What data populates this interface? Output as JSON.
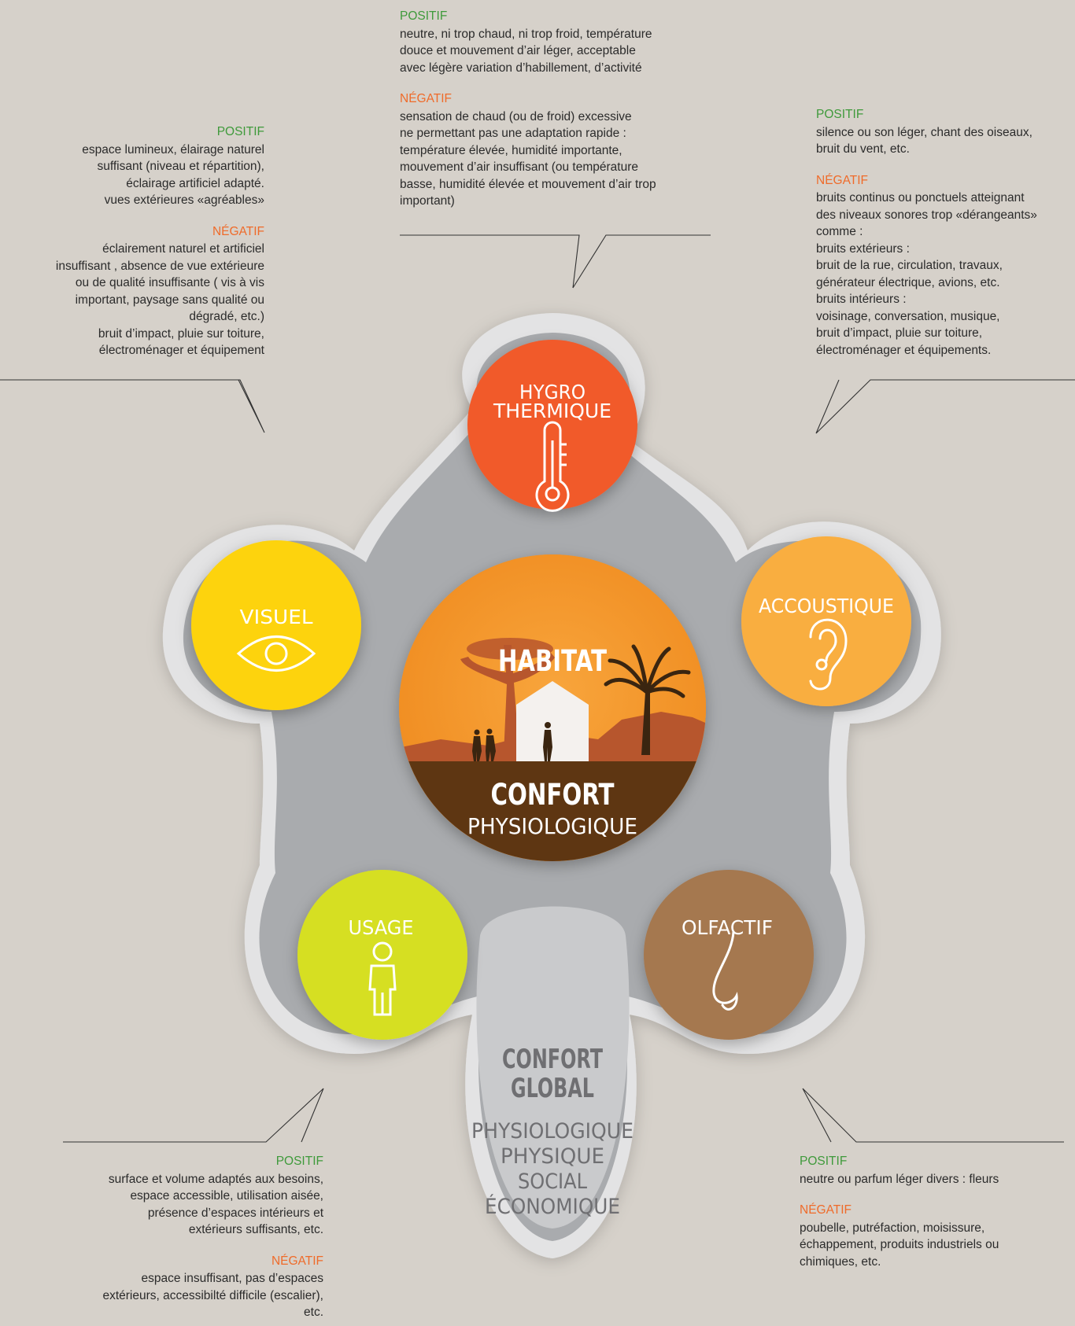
{
  "center": {
    "title": "HABITAT",
    "subtitle_bold": "CONFORT",
    "subtitle": "PHYSIOLOGIQUE"
  },
  "global": {
    "title_line1": "CONFORT",
    "title_line2": "GLOBAL",
    "items": [
      "PHYSIOLOGIQUE",
      "PHYSIQUE",
      "SOCIAL",
      "ÉCONOMIQUE"
    ]
  },
  "circles": {
    "hygro": {
      "label_line1": "HYGRO",
      "label_line2": "THERMIQUE",
      "icon": "thermometer-icon",
      "color": "#f15a29"
    },
    "visuel": {
      "label": "VISUEL",
      "icon": "eye-icon",
      "color": "#fdd30b"
    },
    "acoustique": {
      "label": "ACCOUSTIQUE",
      "icon": "ear-icon",
      "color": "#f9ae40"
    },
    "usage": {
      "label": "USAGE",
      "icon": "person-icon",
      "color": "#d6df23"
    },
    "olfactif": {
      "label": "OLFACTIF",
      "icon": "nose-icon",
      "color": "#a57850"
    }
  },
  "blocks": {
    "hygro": {
      "pos_label": "POSITIF",
      "pos_text": "neutre, ni trop chaud, ni trop froid, température\ndouce et mouvement d’air léger, acceptable\navec légère variation d’habillement, d’activité",
      "neg_label": "NÉGATIF",
      "neg_text": "sensation de chaud (ou de froid) excessive\nne permettant pas une adaptation rapide :\ntempérature élevée, humidité importante,\nmouvement d’air insuffisant (ou température\nbasse, humidité élevée et mouvement d’air  trop\nimportant)"
    },
    "visuel": {
      "pos_label": "POSITIF",
      "pos_text": "espace lumineux, élairage naturel\nsuffisant (niveau et répartition),\néclairage artificiel adapté.\nvues  extérieures «agréables»",
      "neg_label": "NÉGATIF",
      "neg_text": "éclairement naturel et artificiel\ninsuffisant , absence de vue extérieure\nou de qualité insuffisante ( vis à vis\nimportant, paysage sans qualité ou\ndégradé, etc.)\nbruit d’impact, pluie sur toiture,\nélectroménager et équipement"
    },
    "acoustique": {
      "pos_label": "POSITIF",
      "pos_text": "silence ou son léger, chant des oiseaux,\nbruit du vent, etc.",
      "neg_label": "NÉGATIF",
      "neg_text": "bruits continus ou ponctuels atteignant\ndes niveaux sonores trop «dérangeants»\ncomme :\nbruits extérieurs :\nbruit de la rue, circulation, travaux,\ngénérateur électrique, avions, etc.\nbruits intérieurs :\nvoisinage, conversation, musique,\nbruit d’impact, pluie sur toiture,\nélectroménager et équipements."
    },
    "usage": {
      "pos_label": "POSITIF",
      "pos_text": "surface et volume adaptés aux besoins,\nespace  accessible,  utilisation aisée,\nprésence d’espaces intérieurs et\nextérieurs suffisants, etc.",
      "neg_label": "NÉGATIF",
      "neg_text": "espace insuffisant, pas d’espaces\nextérieurs, accessibilté difficile (escalier),\netc."
    },
    "olfactif": {
      "pos_label": "POSITIF",
      "pos_text": "neutre ou parfum léger divers : fleurs",
      "neg_label": "NÉGATIF",
      "neg_text": "poubelle, putréfaction, moisissure,\néchappement, produits industriels ou\nchimiques, etc."
    }
  }
}
